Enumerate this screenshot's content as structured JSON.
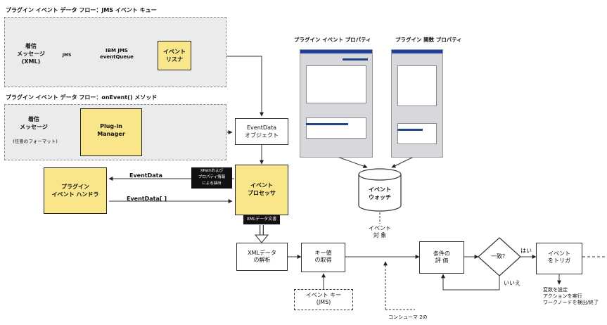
{
  "group_top_title": "プラグイン イベント データ フロー：JMS イベント キュー",
  "group_bottom_title": "プラグイン イベント データ フロー：onEvent() メソッド",
  "top": {
    "incoming_label": "着信\nメッセージ\n(XML)",
    "jms_badge": "JMS",
    "ibm_node": "IBM JMS\neventQueue",
    "event_list": "イベント\nリスナ"
  },
  "bottom": {
    "incoming_label": "着信\nメッセージ",
    "fw_note": "(任意のフォーマット)",
    "plugin_manager": "Plug-in\nManager"
  },
  "eventdata_object": "EventData\nオブジェクト",
  "plugin_handler": "プラグイン\nイベント ハンドラ",
  "eventdata_arrow_label": "EventData",
  "eventdata_call_label": "EventData[ ]",
  "xml_badge": "XPathおよび\nプロパティ情報\nによる抽出",
  "event_processor": "イベント\nプロセッサ",
  "xml_data_badge": "XMLデータ文書",
  "panel1_title": "プラグイン イベント プロパティ",
  "panel2_title": "プラグイン 関数 プロパティ",
  "event_watcher": "イベント\nウォッチ",
  "event_target": "イベント\n対 象",
  "xml_parse": "XMLデータ\nの解析",
  "key_extract": "キー値\nの取得",
  "event_key": "イベント キー\n(JMS)",
  "condition_eval": "条件の\n評 価",
  "match_diamond": "一致？",
  "yes_label": "はい",
  "no_label": "いいえ",
  "event_trigger": "イベント\nをトリガ",
  "action_text": "変数を設定\nアクションを実行\nワークノードを検出/終了",
  "consumer_label": "コンシューマ 2の"
}
